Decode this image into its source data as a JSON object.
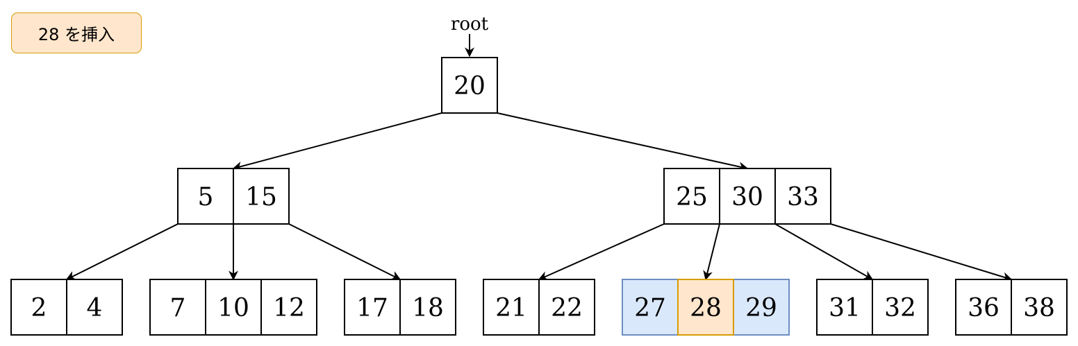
{
  "action_label": "28 を挿入",
  "root_label": "root",
  "highlight_colors": {
    "inserted_fill": "#ffe6cc",
    "inserted_stroke": "#d79b00",
    "affected_fill": "#dae8fc",
    "affected_stroke": "#6c8ebf"
  },
  "tree": {
    "root": {
      "keys": [
        "20"
      ]
    },
    "level1": [
      {
        "keys": [
          "5",
          "15"
        ]
      },
      {
        "keys": [
          "25",
          "30",
          "33"
        ]
      }
    ],
    "leaves": [
      {
        "keys": [
          "2",
          "4"
        ]
      },
      {
        "keys": [
          "7",
          "10",
          "12"
        ]
      },
      {
        "keys": [
          "17",
          "18"
        ]
      },
      {
        "keys": [
          "21",
          "22"
        ]
      },
      {
        "keys": [
          "27",
          "28",
          "29"
        ],
        "highlight": [
          "affected",
          "inserted",
          "affected"
        ]
      },
      {
        "keys": [
          "31",
          "32"
        ]
      },
      {
        "keys": [
          "36",
          "38"
        ]
      }
    ]
  }
}
